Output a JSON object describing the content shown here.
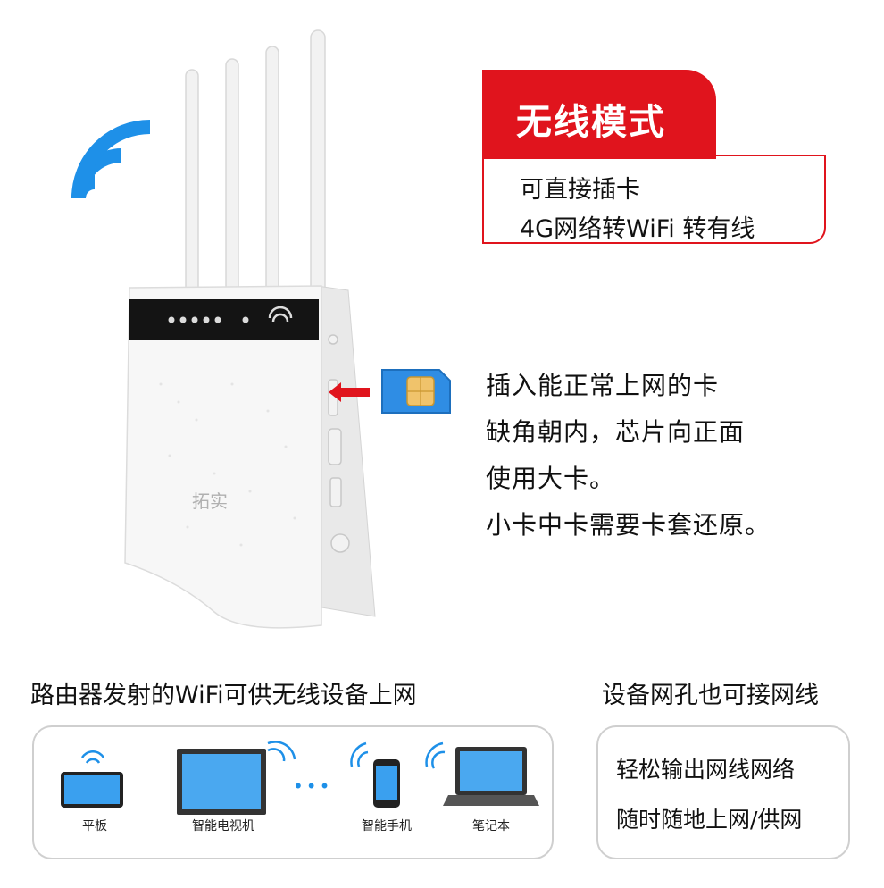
{
  "mode_card": {
    "title": "无线模式",
    "line1": "可直接插卡",
    "line2": "4G网络转WiFi 转有线"
  },
  "sim_instructions": [
    "插入能正常上网的卡",
    "缺角朝内，芯片向正面",
    "使用大卡。",
    "小卡中卡需要卡套还原。"
  ],
  "router": {
    "brand": "拓实"
  },
  "wifi_section": {
    "heading": "路由器发射的WiFi可供无线设备上网",
    "devices": [
      {
        "label": "平板",
        "icon": "tablet-icon"
      },
      {
        "label": "智能电视机",
        "icon": "tv-icon"
      },
      {
        "label": "智能手机",
        "icon": "phone-icon"
      },
      {
        "label": "笔记本",
        "icon": "laptop-icon"
      }
    ],
    "ellipsis": "•••"
  },
  "lan_section": {
    "heading": "设备网孔也可接网线",
    "line1": "轻松输出网线网络",
    "line2": "随时随地上网/供网"
  },
  "colors": {
    "accent": "#e0141d",
    "wifi_blue": "#1e90e8"
  }
}
